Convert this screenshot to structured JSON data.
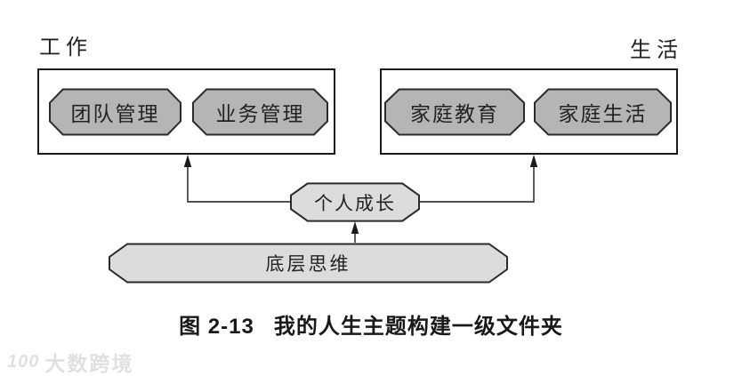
{
  "colors": {
    "node_fill": "#b5b5b5",
    "node_border": "#2b2b2b",
    "light_fill": "#dcdcdc",
    "box_border": "#1a1a1a",
    "line": "#1a1a1a",
    "text": "#222222",
    "caption": "#191919",
    "watermark": "#d9d9d9"
  },
  "diagram": {
    "zones": {
      "work": {
        "label": "工作",
        "items": [
          {
            "label": "团队管理"
          },
          {
            "label": "业务管理"
          }
        ]
      },
      "life": {
        "label": "生活",
        "items": [
          {
            "label": "家庭教育"
          },
          {
            "label": "家庭生活"
          }
        ]
      }
    },
    "center_node": {
      "label": "个人成长"
    },
    "base_node": {
      "label": "底层思维"
    }
  },
  "caption": {
    "figure_no": "图 2-13",
    "title": "我的人生主题构建一级文件夹"
  },
  "watermark": {
    "logo": "100",
    "text": "大数跨境"
  }
}
